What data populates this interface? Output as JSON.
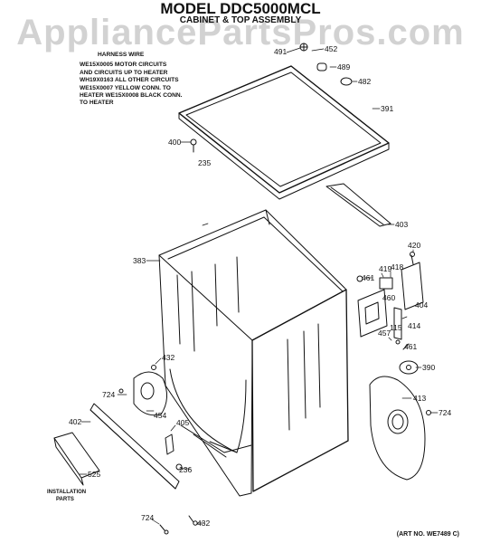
{
  "watermark": "AppliancePartsPros.com",
  "title": "MODEL DDC5000MCL",
  "subtitle": "CABINET & TOP ASSEMBLY",
  "harness_note": {
    "heading": "HARNESS WIRE",
    "lines": [
      "WE15X0005 MOTOR CIRCUITS",
      "AND CIRCUITS UP TO HEATER",
      "WH19X0163 ALL OTHER CIRCUITS",
      "WE15X0007 YELLOW CONN. TO",
      "HEATER WE15X0008 BLACK CONN.",
      "TO HEATER"
    ]
  },
  "install_label": [
    "INSTALLATION",
    "PARTS"
  ],
  "art_number": "(ART NO. WE7489 C)",
  "part_labels": {
    "p491a": "491",
    "p452": "452",
    "p489": "489",
    "p482": "482",
    "p391": "391",
    "p400": "400",
    "p235": "235",
    "p403": "403",
    "p383": "383",
    "p461a": "461",
    "p420": "420",
    "p419": "419",
    "p418": "418",
    "p404": "404",
    "p460": "460",
    "p115": "115",
    "p414": "414",
    "p457": "457",
    "p461b": "461",
    "p390": "390",
    "p413": "413",
    "p724a": "724",
    "p432a": "432",
    "p724b": "724",
    "p454": "454",
    "p405": "405",
    "p402": "402",
    "p236": "236",
    "p525": "525",
    "p724c": "724",
    "p432b": "432"
  }
}
